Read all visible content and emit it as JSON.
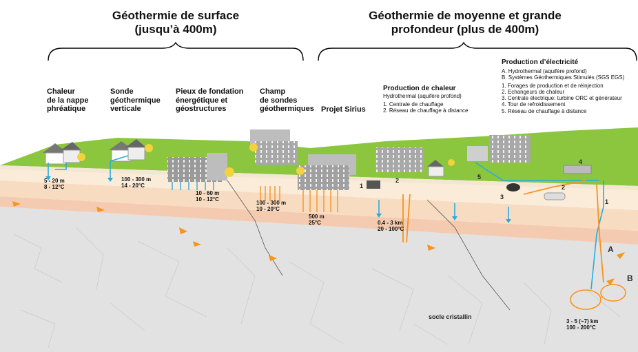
{
  "titles": {
    "surface": [
      "Géothermie de surface",
      "(jusqu’à 400m)"
    ],
    "deep": [
      "Géothermie de moyenne et grande",
      "profondeur (plus de 400m)"
    ]
  },
  "columns": {
    "nappe": [
      "Chaleur",
      "de la nappe",
      "phréatique"
    ],
    "sonde": [
      "Sonde",
      "géothermique",
      "verticale"
    ],
    "pieux": [
      "Pieux de fondation",
      "énergétique et",
      "géostructures"
    ],
    "champ": [
      "Champ",
      "de sondes",
      "géothermiques"
    ],
    "sirius": "Projet Sirius"
  },
  "chaleur": {
    "title": "Production de chaleur",
    "subtitle": "Hydrothermal (aquifère profond)",
    "items": [
      "1. Centrale de chauffage",
      "2. Réseau de chauffage à distance"
    ]
  },
  "electricite": {
    "title": "Production d’électricité",
    "types": [
      "A.  Hydrothermal (aquifère profond)",
      "B.  Systèmes Géothermiques Stimulés (SGS EGS)"
    ],
    "items": [
      "1. Forages de production et de réinjection",
      "2. Echangeurs de chaleur",
      "3. Centrale électrique: turbine ORC et générateur",
      "4. Tour de refroidissement",
      "5. Réseau de chauffage à distance"
    ]
  },
  "values": {
    "nappe": [
      "5 - 20 m",
      "8 - 12°C"
    ],
    "sonde": [
      "100 - 300 m",
      "14 - 20°C"
    ],
    "pieux": [
      "10 - 60 m",
      "10 - 12°C"
    ],
    "champ": [
      "100 - 300 m",
      "10 - 20°C"
    ],
    "moyenne": [
      "500 m",
      "25°C"
    ],
    "chaleur": [
      "0.4 - 3 km",
      "20 - 100°C"
    ],
    "profond": [
      "3 - 5 (~7) km",
      "100 - 200°C"
    ]
  },
  "numbers": {
    "left_1": "1",
    "left_2": "2",
    "right_5": "5",
    "right_4": "4",
    "right_2": "2",
    "right_3": "3",
    "right_1": "1"
  },
  "letters": {
    "a": "A",
    "b": "B"
  },
  "socle": "socle cristallin",
  "colors": {
    "grass": "#8cc63f",
    "soil": "#f7e6cf",
    "aquifer": "#f3c9a8",
    "rock": "#e3e3e3",
    "pipe": "#29abe2",
    "heat": "#f7931e"
  }
}
